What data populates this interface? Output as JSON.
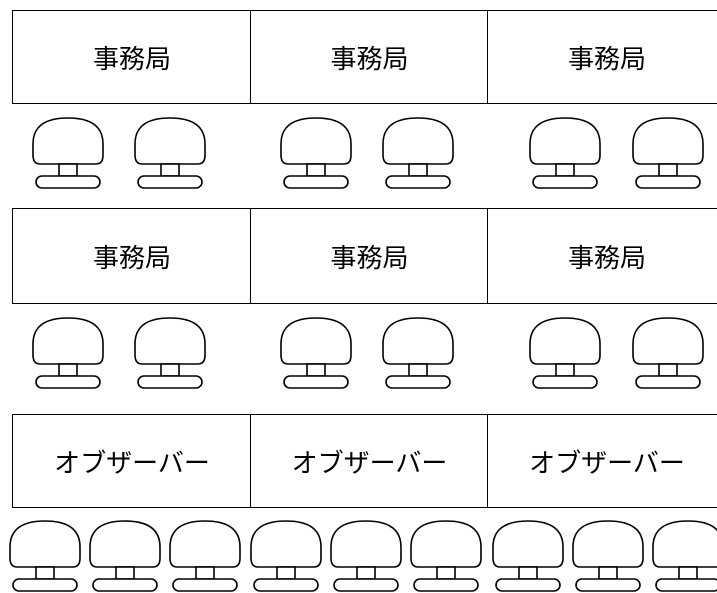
{
  "layout": {
    "rows": [
      {
        "tables": [
          {
            "label": "事務局"
          },
          {
            "label": "事務局"
          },
          {
            "label": "事務局"
          }
        ],
        "chairs": 6
      },
      {
        "tables": [
          {
            "label": "事務局"
          },
          {
            "label": "事務局"
          },
          {
            "label": "事務局"
          }
        ],
        "chairs": 6
      },
      {
        "tables": [
          {
            "label": "オブザーバー"
          },
          {
            "label": "オブザーバー"
          },
          {
            "label": "オブザーバー"
          }
        ],
        "chairs": 9
      }
    ]
  },
  "icons": {
    "chair": "chair-icon"
  },
  "colors": {
    "line": "#000000",
    "background": "#ffffff"
  }
}
